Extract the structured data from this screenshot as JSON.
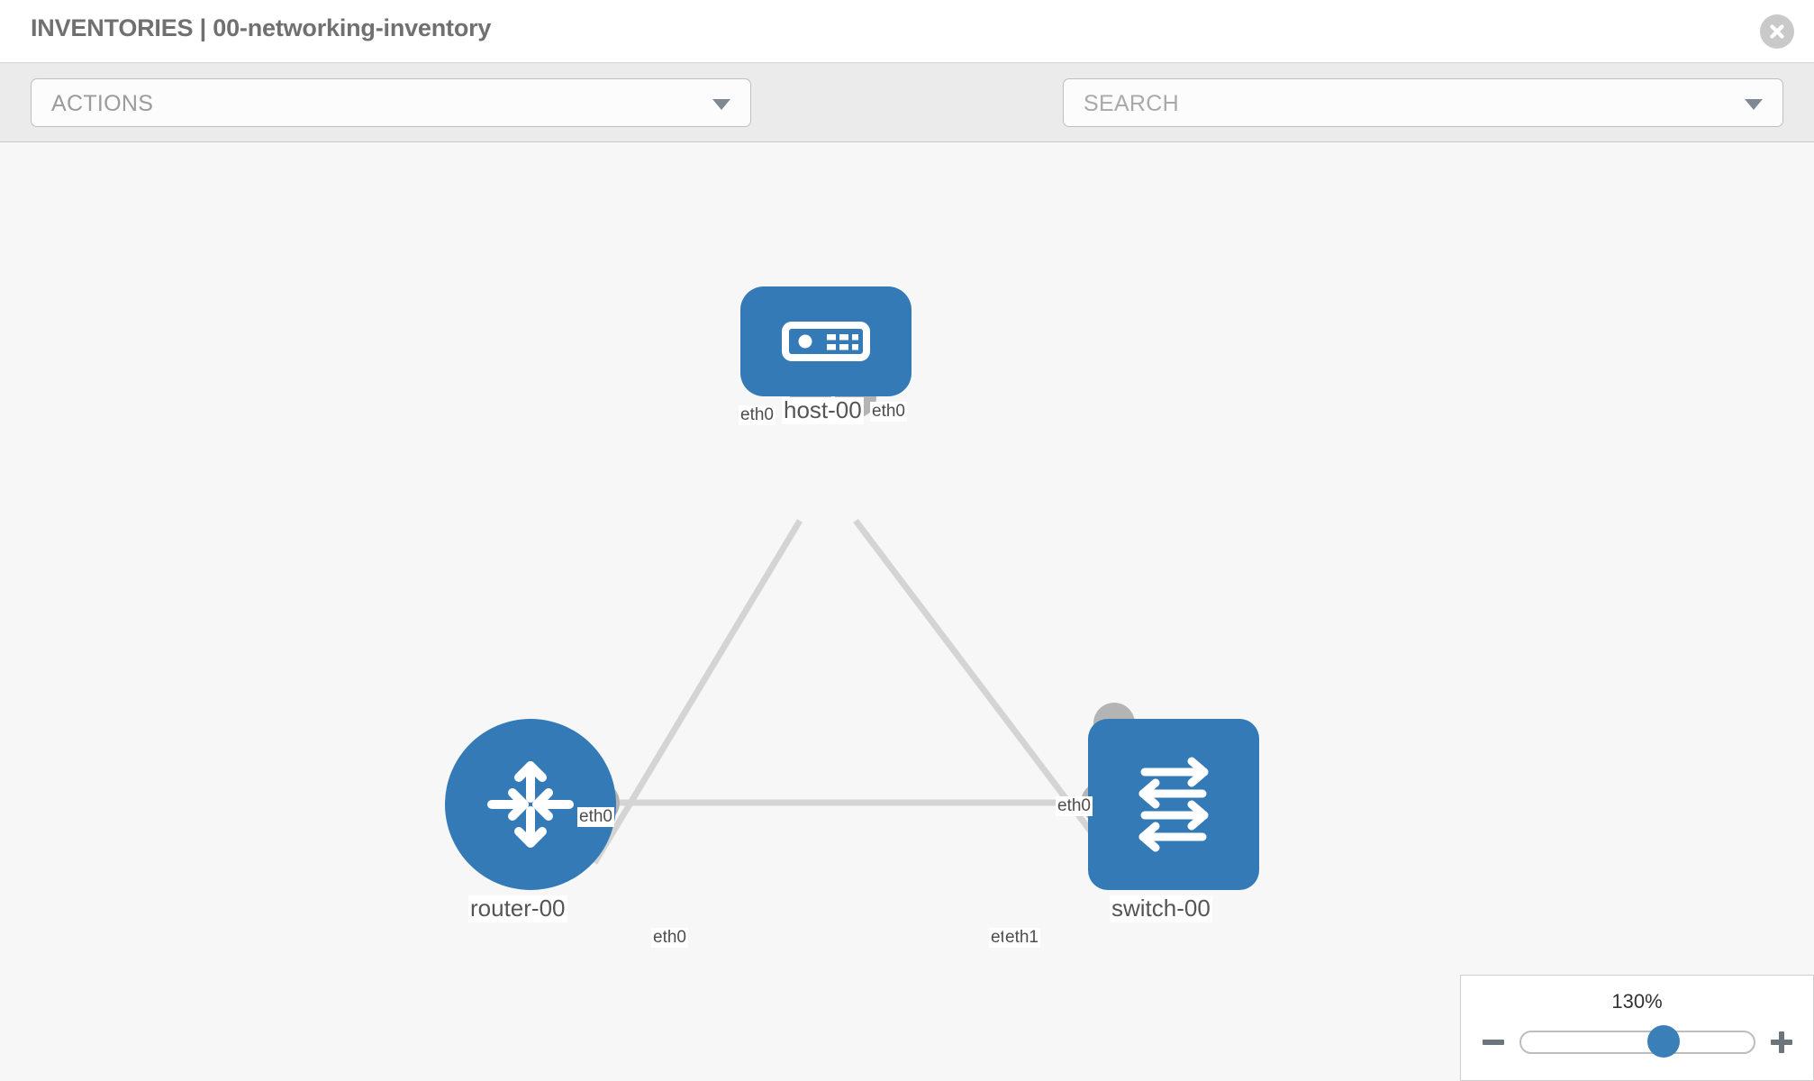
{
  "header": {
    "title": "INVENTORIES | 00-networking-inventory",
    "close_icon": "close-circle-icon"
  },
  "toolbar": {
    "actions_label": "ACTIONS",
    "actions_caret_icon": "chevron-down-icon",
    "wrench_icon": "wrench-icon",
    "key_icon": "key-icon",
    "search_placeholder": "SEARCH",
    "search_caret_icon": "chevron-down-icon"
  },
  "topology": {
    "node_color": "#337ab7",
    "link_color": "#d4d4d4",
    "stub_color": "#b4b4b4",
    "nodes": [
      {
        "id": "host-00",
        "label": "host-00",
        "type": "host",
        "icon": "server-icon",
        "shape": "rounded-rect"
      },
      {
        "id": "router-00",
        "label": "router-00",
        "type": "router",
        "icon": "router-arrows-icon",
        "shape": "circle"
      },
      {
        "id": "switch-00",
        "label": "switch-00",
        "type": "switch",
        "icon": "switch-arrows-icon",
        "shape": "rounded-square"
      }
    ],
    "edge_labels": {
      "host_left": "eth0",
      "host_right": "eth0",
      "router_up": "eth0",
      "switch_up": "eth0",
      "router_right": "eth0",
      "switch_left_under": "eth0",
      "switch_left_over": "eth1"
    }
  },
  "zoom_control": {
    "value_label": "130%",
    "minus_label": "minus-icon",
    "plus_label": "plus-icon"
  }
}
